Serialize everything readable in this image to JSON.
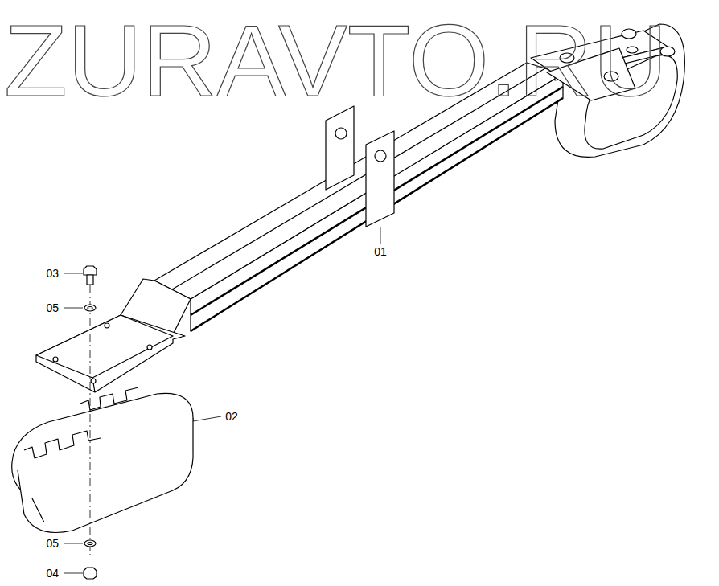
{
  "diagram": {
    "labels": [
      "ZURAVTO.RU",
      "01",
      "02",
      "03",
      "05",
      "05",
      "04"
    ]
  }
}
